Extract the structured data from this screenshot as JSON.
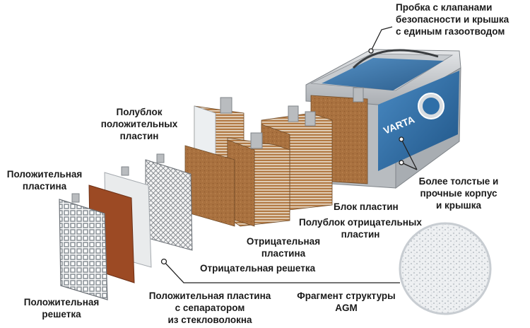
{
  "labels": {
    "valve_plug": [
      "Пробка с клапанами",
      "безопасности и крышка",
      "с единым газоотводом"
    ],
    "positive_half_block": [
      "Полублок",
      "положительных",
      "пластин"
    ],
    "positive_plate": [
      "Положительная",
      "пластина"
    ],
    "stronger_case": [
      "Более толстые и",
      "прочные корпус",
      "и крышка"
    ],
    "plate_block": "Блок пластин",
    "negative_half_block": [
      "Полублок отрицательных",
      "пластин"
    ],
    "negative_plate": [
      "Отрицательная",
      "пластина"
    ],
    "negative_grid": "Отрицательная решетка",
    "positive_grid": [
      "Положительная",
      "решетка"
    ],
    "positive_plate_separator": [
      "Положительная пластина",
      "с сепаратором",
      "из стекловолокна"
    ],
    "agm_fragment": [
      "Фрагмент структуры",
      "AGM"
    ]
  },
  "battery": {
    "brand": "VARTA"
  },
  "colors": {
    "case_blue": "#2f6fa8",
    "case_grey": "#c9ccd0",
    "plate_brown": "#a9713f",
    "positive_plate_red": "#9c4a24",
    "separator_white": "#e9ebec",
    "grid_metal": "#9ea3a8",
    "lug_metal": "#b9bcbf",
    "leader_line": "#222222"
  }
}
